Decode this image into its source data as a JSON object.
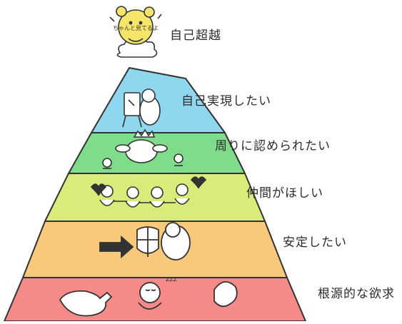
{
  "pyramid": {
    "top": {
      "label": "自己超越",
      "badge_text": "ちゃんと見てるよ"
    },
    "tiers": [
      {
        "label": "自己実現したい",
        "color": "#8fd6ef"
      },
      {
        "label": "周りに認められたい",
        "color": "#7fdc8a"
      },
      {
        "label": "仲間がほしい",
        "color": "#d8ec7a"
      },
      {
        "label": "安定したい",
        "color": "#f8c97a"
      },
      {
        "label": "根源的な欲求",
        "color": "#f58a88"
      }
    ],
    "zzz_text": "zzz"
  },
  "colors": {
    "outline": "#333333",
    "character": "#ffffff",
    "top_character": "#f5e66a",
    "cloud": "#ffffff"
  }
}
